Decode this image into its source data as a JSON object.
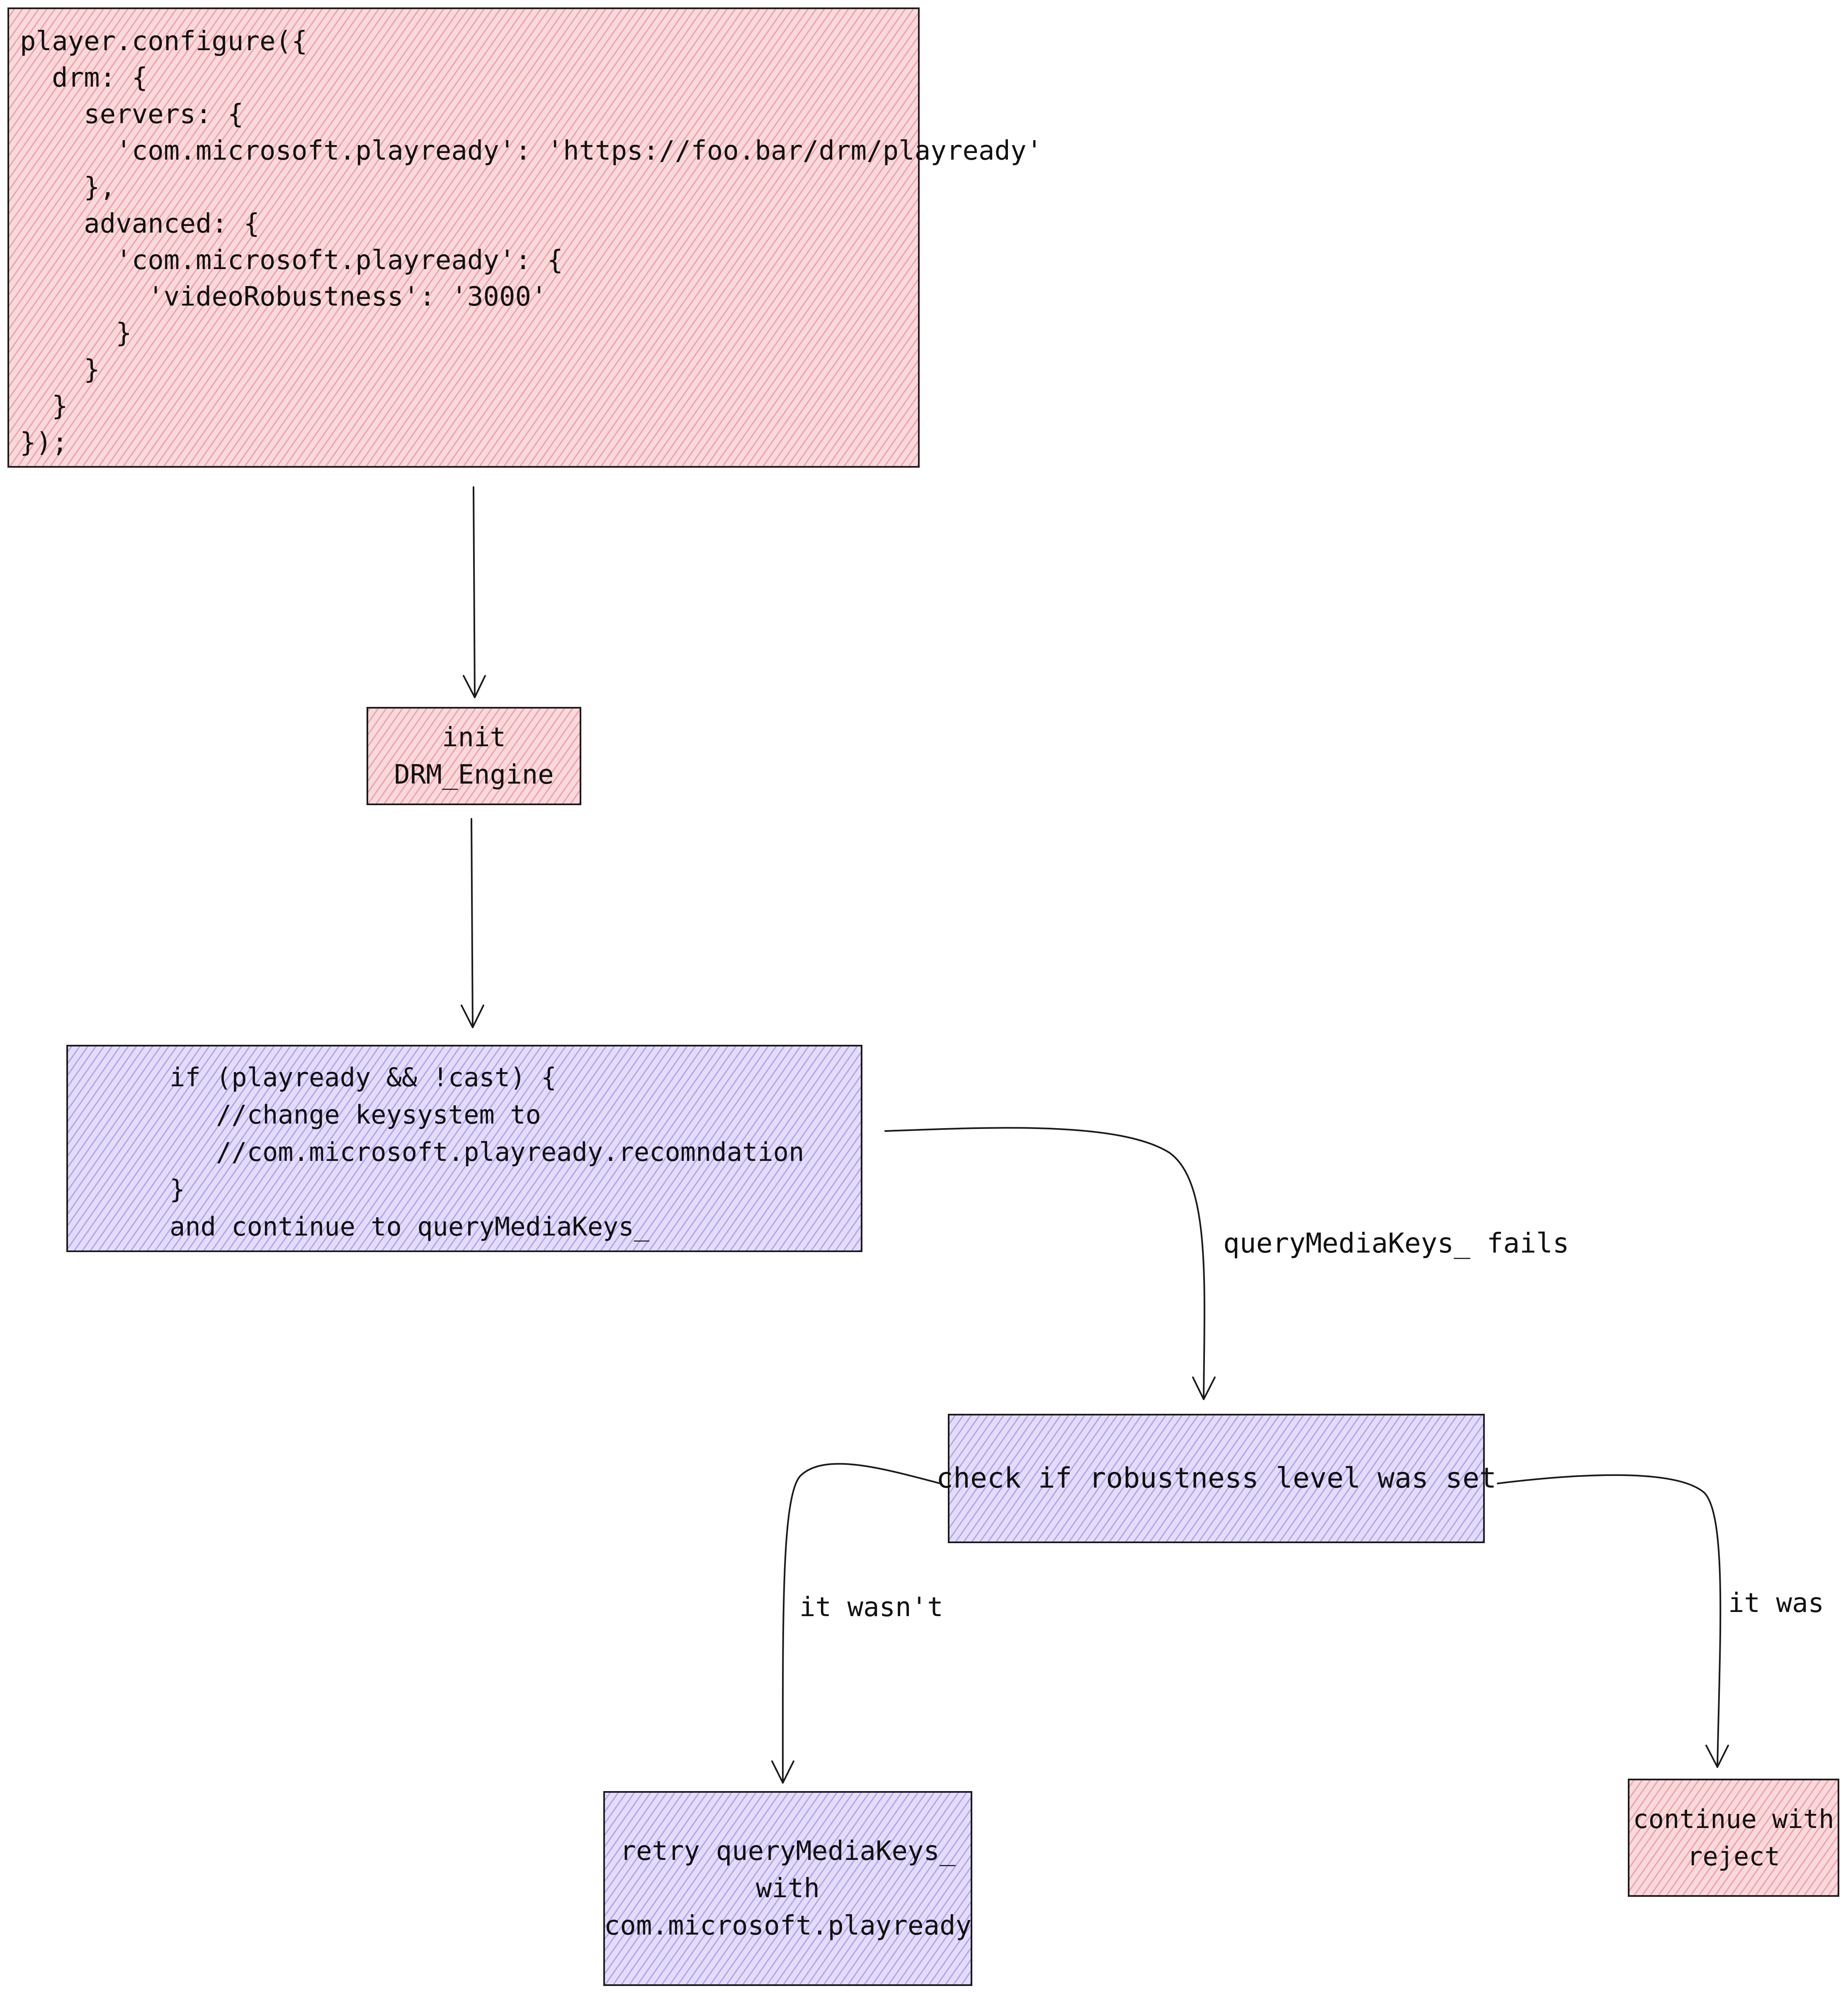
{
  "nodes": {
    "config": {
      "lines": [
        "player.configure({",
        "  drm: {",
        "    servers: {",
        "      'com.microsoft.playready': 'https://foo.bar/drm/playready'",
        "    },",
        "    advanced: {",
        "      'com.microsoft.playready': {",
        "        'videoRobustness': '3000'",
        "      }",
        "    }",
        "  }",
        "});"
      ]
    },
    "init": {
      "lines": [
        "init",
        "DRM_Engine"
      ]
    },
    "condition": {
      "lines": [
        "if (playready && !cast) {",
        "   //change keysystem to",
        "   //com.microsoft.playready.recomndation",
        "}",
        "and continue to queryMediaKeys_"
      ]
    },
    "check": {
      "lines": [
        "check if robustness level was set"
      ]
    },
    "retry": {
      "lines": [
        "retry queryMediaKeys_",
        "with",
        "com.microsoft.playready"
      ]
    },
    "reject": {
      "lines": [
        "continue with",
        "reject"
      ]
    }
  },
  "edges": {
    "fails_label": "queryMediaKeys_ fails",
    "wasnt_label": "it wasn't",
    "was_label": "it was"
  },
  "colors": {
    "pink_fill": "#f9d9db",
    "pink_hatch": "#e86e78",
    "purple_fill": "#e3dcfa",
    "purple_hatch": "#8c6ee6",
    "stroke": "#1a1a1a"
  }
}
